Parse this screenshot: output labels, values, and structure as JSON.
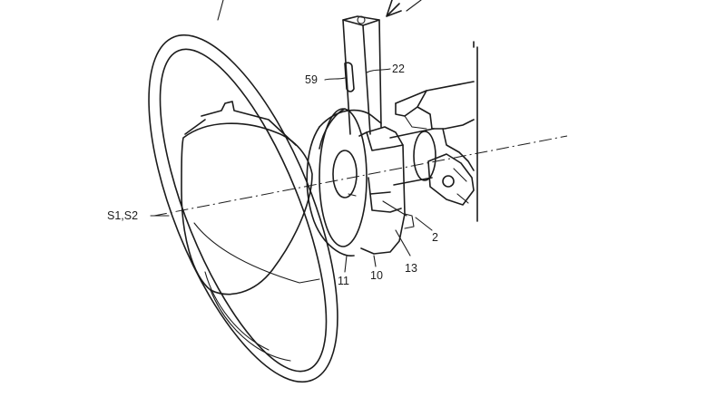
{
  "figure": {
    "labels": {
      "ref_59": "59",
      "ref_22": "22",
      "ref_s1s2": "S1,S2",
      "ref_2": "2",
      "ref_13": "13",
      "ref_10": "10",
      "ref_11": "11"
    }
  }
}
